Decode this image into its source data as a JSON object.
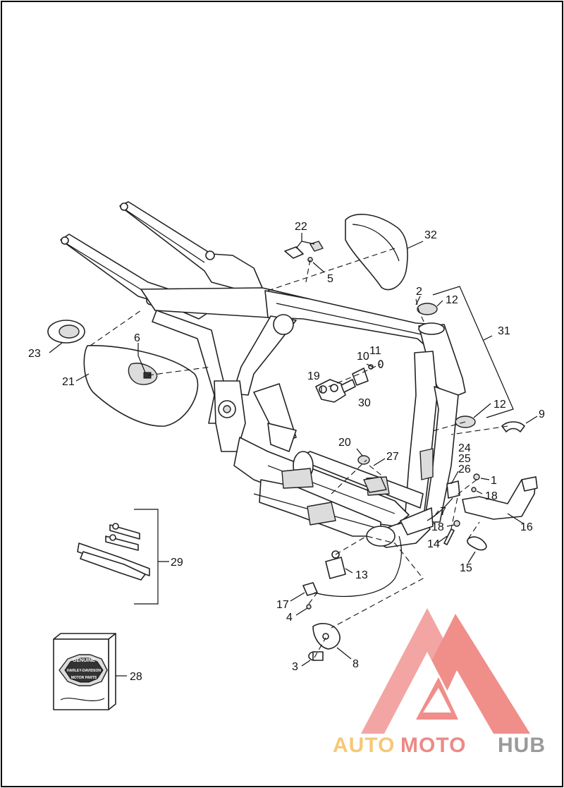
{
  "callouts": {
    "c1": "1",
    "c2": "2",
    "c3": "3",
    "c4": "4",
    "c5": "5",
    "c6": "6",
    "c7": "7",
    "c8": "8",
    "c9": "9",
    "c10": "10",
    "c11": "11",
    "c12a": "12",
    "c12b": "12",
    "c13": "13",
    "c14": "14",
    "c15": "15",
    "c16": "16",
    "c17": "17",
    "c18a": "18",
    "c18b": "18",
    "c19": "19",
    "c20": "20",
    "c21": "21",
    "c22": "22",
    "c23": "23",
    "c24": "24",
    "c25": "25",
    "c26": "26",
    "c27": "27",
    "c28": "28",
    "c29": "29",
    "c30": "30",
    "c31": "31",
    "c32": "32"
  },
  "package_label": {
    "line1": "GENUINE",
    "line2": "HARLEY-DAVIDSON",
    "line3": "MOTOR PARTS"
  },
  "watermark": {
    "part1": "AUTO",
    "part2": "MOTO",
    "part3": "HUB"
  },
  "colors": {
    "watermark_red": "#ec8a86",
    "watermark_orange": "#f5c877",
    "watermark_gray": "#9a9a9a"
  }
}
